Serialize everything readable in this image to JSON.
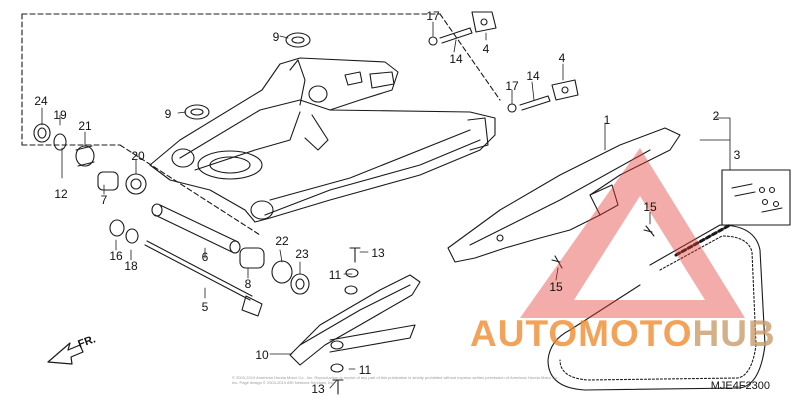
{
  "diagram": {
    "code": "MJE4F2300",
    "copyright": "© 2003-2019 American Honda Motor Co., Inc. Reproduction or reprint of any part of this publication is strictly prohibited without express written permission of American Honda Motor Co., Inc. Page design © 2003-2019 ARI Network Services, Inc.",
    "direction_label": "FR.",
    "callouts": {
      "c1": "1",
      "c2": "2",
      "c3": "3",
      "c4a": "4",
      "c4b": "4",
      "c5": "5",
      "c6": "6",
      "c7": "7",
      "c8": "8",
      "c9a": "9",
      "c9b": "9",
      "c10": "10",
      "c11a": "11",
      "c11b": "11",
      "c12": "12",
      "c13a": "13",
      "c13b": "13",
      "c14a": "14",
      "c14b": "14",
      "c15a": "15",
      "c15b": "15",
      "c16": "16",
      "c17a": "17",
      "c17b": "17",
      "c18": "18",
      "c19": "19",
      "c20": "20",
      "c21": "21",
      "c22": "22",
      "c23": "23",
      "c24": "24"
    }
  },
  "watermark": {
    "word_a": "AUTO",
    "word_b": "MOTO",
    "word_c": "HUB",
    "color_primary": "#f08a2b",
    "color_secondary": "#c89a68",
    "triangle_color": "#e53935"
  },
  "colors": {
    "line": "#1a1a1a",
    "background": "#ffffff"
  }
}
